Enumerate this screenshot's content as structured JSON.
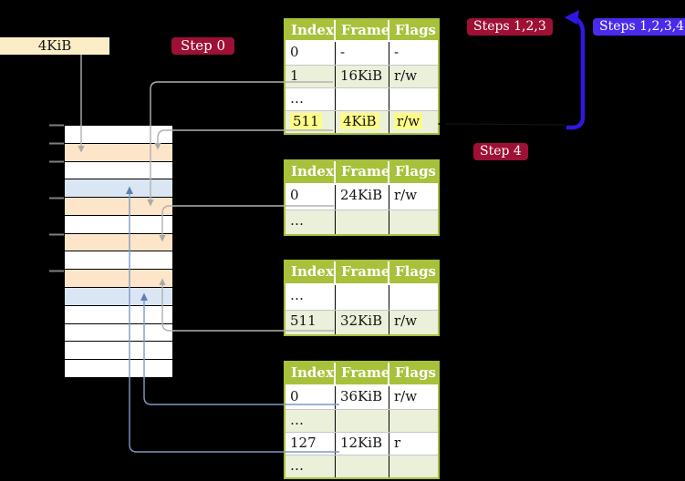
{
  "page_size_label": "4KiB",
  "badges": {
    "step0": "Step 0",
    "steps123": "Steps 1,2,3",
    "steps1234": "Steps 1,2,3,4",
    "step4": "Step 4"
  },
  "tables": [
    {
      "name": "page-table-level-top",
      "headers": [
        "Index",
        "Frame",
        "Flags"
      ],
      "rows": [
        {
          "cells": [
            "0",
            "-",
            "-"
          ],
          "shaded": false,
          "highlighted": false
        },
        {
          "cells": [
            "1",
            "16KiB",
            "r/w"
          ],
          "shaded": true,
          "highlighted": false
        },
        {
          "cells": [
            "…",
            "",
            ""
          ],
          "shaded": false,
          "highlighted": false
        },
        {
          "cells": [
            "511",
            "4KiB",
            "r/w"
          ],
          "shaded": true,
          "highlighted": true
        }
      ]
    },
    {
      "name": "page-table-2",
      "headers": [
        "Index",
        "Frame",
        "Flags"
      ],
      "rows": [
        {
          "cells": [
            "0",
            "24KiB",
            "r/w"
          ],
          "shaded": false,
          "highlighted": false
        },
        {
          "cells": [
            "…",
            "",
            ""
          ],
          "shaded": true,
          "highlighted": false
        }
      ]
    },
    {
      "name": "page-table-3",
      "headers": [
        "Index",
        "Frame",
        "Flags"
      ],
      "rows": [
        {
          "cells": [
            "…",
            "",
            ""
          ],
          "shaded": false,
          "highlighted": false
        },
        {
          "cells": [
            "511",
            "32KiB",
            "r/w"
          ],
          "shaded": true,
          "highlighted": false
        }
      ]
    },
    {
      "name": "page-table-4",
      "headers": [
        "Index",
        "Frame",
        "Flags"
      ],
      "rows": [
        {
          "cells": [
            "0",
            "36KiB",
            "r/w"
          ],
          "shaded": false,
          "highlighted": false
        },
        {
          "cells": [
            "…",
            "",
            ""
          ],
          "shaded": true,
          "highlighted": false
        },
        {
          "cells": [
            "127",
            "12KiB",
            "r"
          ],
          "shaded": false,
          "highlighted": false
        },
        {
          "cells": [
            "…",
            "",
            ""
          ],
          "shaded": true,
          "highlighted": false
        }
      ]
    }
  ],
  "memory": {
    "pattern": [
      "white",
      "peach",
      "white",
      "blue",
      "peach",
      "white",
      "peach",
      "white",
      "peach",
      "blue",
      "white",
      "white",
      "white",
      "white"
    ]
  },
  "colors": {
    "badge_red": "#9e1034",
    "badge_blue": "#4a2bec",
    "thick_arrow_blue": "#2f17e4",
    "table_header_green": "#a7c13a",
    "table_row_green": "#eaf0da",
    "highlight_yellow": "#fdfc87",
    "memory_peach": "#fde5ca",
    "memory_blue": "#dbe6f4",
    "label_cream": "#fbeec6",
    "connector_gray": "#b1b1b1",
    "connector_steel_blue": "#7e99c5"
  }
}
